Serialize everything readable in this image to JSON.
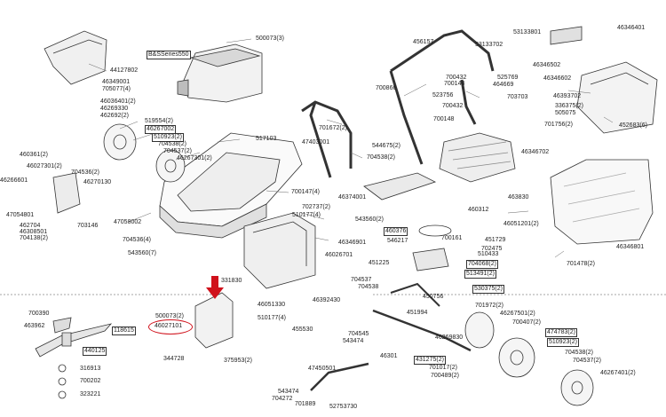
{
  "engine_badge": "B&SSeries550",
  "labels": {
    "l500073_3": "500073(3)",
    "l44127802": "44127802",
    "l46349001": "46349001",
    "l705077_4": "705077(4)",
    "l46036401_2": "46036401(2)",
    "l46269330": "46269330",
    "l462692_2": "462692(2)",
    "l519554_2": "519554(2)",
    "l46267002": "46267002",
    "l510923_2a": "510923(2)",
    "l704538_2a": "704538(2)",
    "l704537_2a": "704537(2)",
    "l46267301_2": "46267301(2)",
    "l517103": "517103",
    "l47403001": "47403001",
    "l701672_2": "701672(2)",
    "l544675_2": "544675(2)",
    "l704538_2b": "704538(2)",
    "l460361_2": "460361(2)",
    "l46027301_2": "46027301(2)",
    "l704536_2": "704536(2)",
    "l46266601": "46266601",
    "l46270130": "46270130",
    "l47054801": "47054801",
    "l462704": "462704",
    "l46308501": "46308501",
    "l704138_2": "704138(2)",
    "l703146": "703146",
    "l47058002": "47058002",
    "l704536_4": "704536(4)",
    "l543560_7": "543560(7)",
    "l700147_4": "700147(4)",
    "l702737_2": "702737(2)",
    "l510177_4a": "510177(4)",
    "l543560_2": "543560(2)",
    "l46374001": "46374001",
    "l46346901": "46346901",
    "l46026701": "46026701",
    "l331830": "331830",
    "l46051330": "46051330",
    "l46392430": "46392430",
    "l704537": "704537",
    "l704538": "704538",
    "l500073_2": "500073(2)",
    "l46027101": "46027101",
    "l510177_4b": "510177(4)",
    "l455530": "455530",
    "l704545": "704545",
    "l543474_a": "543474",
    "l344728": "344728",
    "l375953_2": "375953(2)",
    "l700390": "700390",
    "l463962": "463962",
    "l118615": "118615",
    "l440125": "440125",
    "l316913": "316913",
    "l700202": "700202",
    "l323221": "323221",
    "l47450501": "47450501",
    "l46301": "46301",
    "l431275_2": "431275(2)",
    "l701017_2": "701017(2)",
    "l700489_2": "700489(2)",
    "l543474_b": "543474",
    "l704272": "704272",
    "l701889": "701889",
    "l52753730": "52753730",
    "l456157": "456157",
    "l53133702": "53133702",
    "l53133801": "53133801",
    "l700432": "700432",
    "l700148a": "700148",
    "l525769": "525769",
    "l464669": "464669",
    "l700866": "700866",
    "l523756": "523756",
    "l700432b": "700432",
    "l703703": "703703",
    "l700148b": "700148",
    "l46346401": "46346401",
    "l46346502": "46346502",
    "l46346602": "46346602",
    "l46393702": "46393702",
    "l336375_2": "336375(2)",
    "l505075": "505075",
    "l701756_2": "701756(2)",
    "l452683_6": "452683(6)",
    "l46346702": "46346702",
    "l463830": "463830",
    "l460312": "460312",
    "l46051201_2": "46051201(2)",
    "l460376": "460376",
    "l546217": "546217",
    "l700161": "700161",
    "l451729": "451729",
    "l702475": "702475",
    "l510433": "510433",
    "l451225": "451225",
    "l704068_2": "704068(2)",
    "l513491_2": "513491(2)",
    "l530375_2": "530375(2)",
    "l450756": "450756",
    "l451994": "451994",
    "l46346801": "46346801",
    "l701478_2": "701478(2)",
    "l701972_2": "701972(2)",
    "l46267501_2": "46267501(2)",
    "l700407_2": "700407(2)",
    "l474783_2": "474783(2)",
    "l510923_2b": "510923(2)",
    "l46269830": "46269830",
    "l704538_2c": "704538(2)",
    "l704537_2b": "704537(2)",
    "l46267401_2": "46267401(2)"
  }
}
